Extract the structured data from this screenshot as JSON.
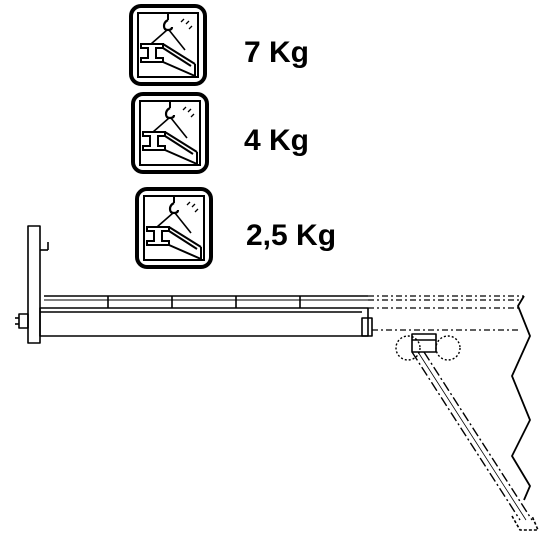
{
  "loads": [
    {
      "label": "7 Kg",
      "icon": "load-hook-beam-icon"
    },
    {
      "label": "4 Kg",
      "icon": "load-hook-beam-icon"
    },
    {
      "label": "2,5 Kg",
      "icon": "load-hook-beam-icon"
    }
  ],
  "colors": {
    "ink": "#000000",
    "paper": "#ffffff"
  }
}
